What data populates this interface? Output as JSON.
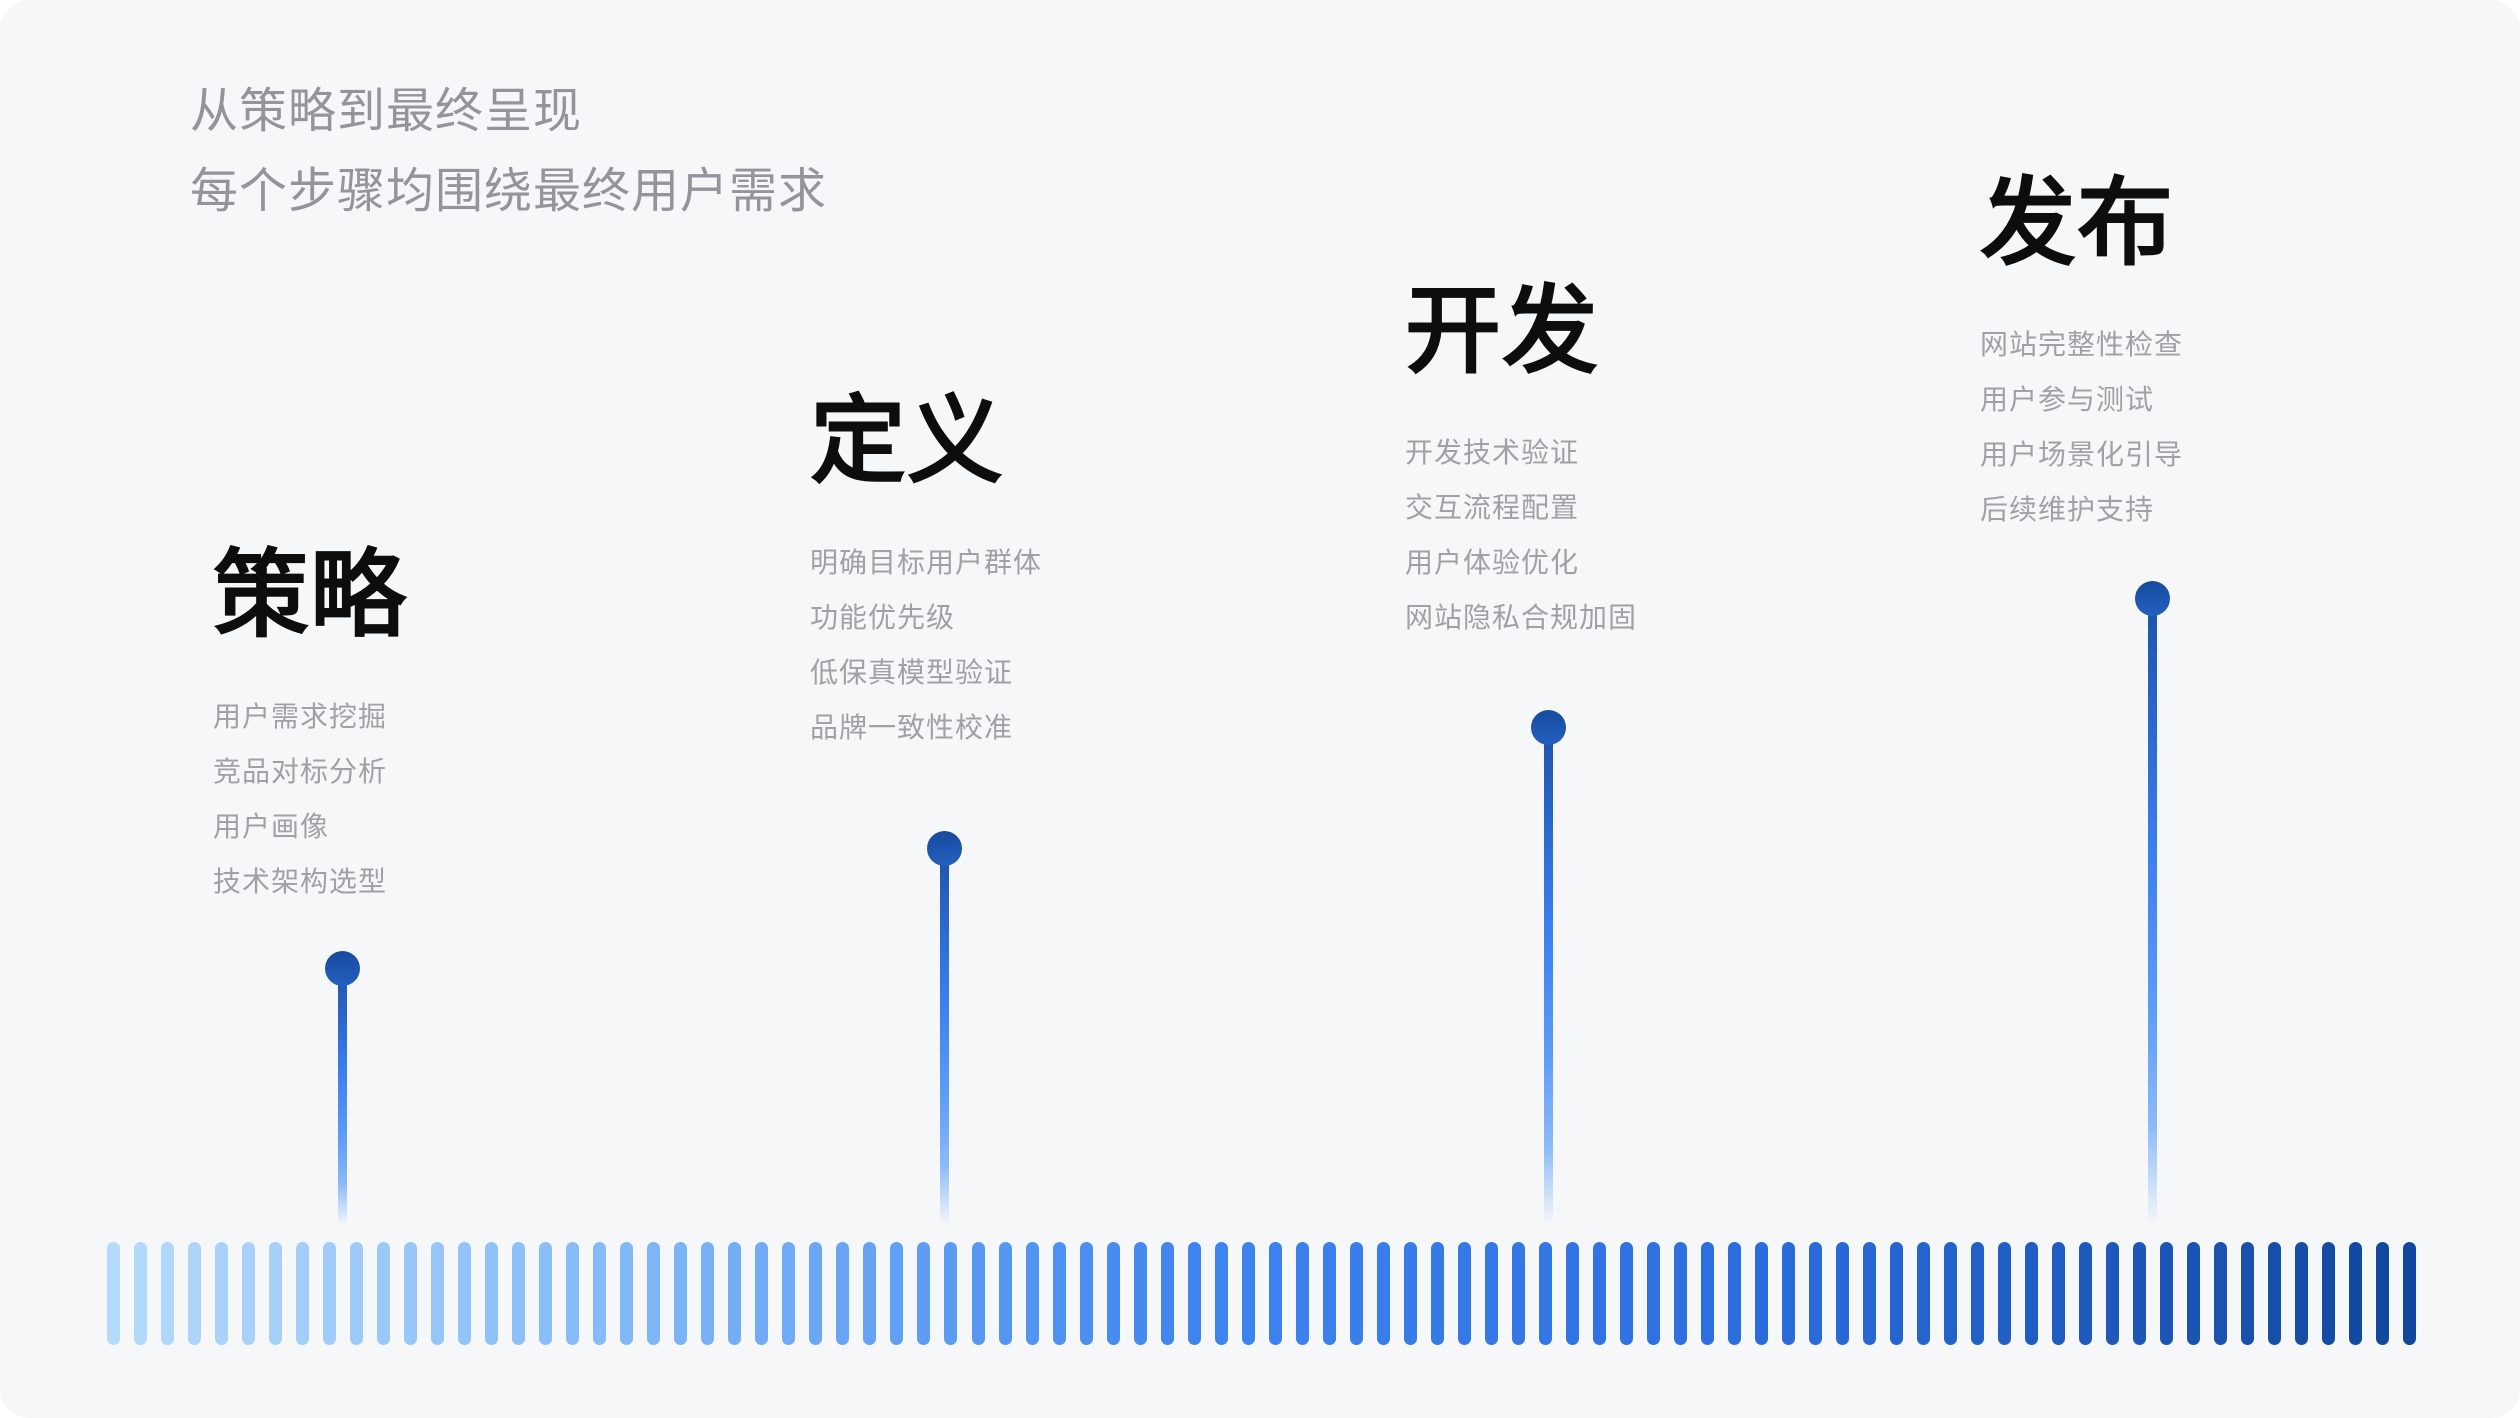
{
  "page": {
    "background_color": "#f6f7f8",
    "corner_color": "#ffffff"
  },
  "header": {
    "line1": "从策略到最终呈现",
    "line2": "每个步骤均围绕最终用户需求",
    "text_color": "#92959b"
  },
  "stages": [
    {
      "key": "strategy",
      "title": "策略",
      "items": [
        "用户需求挖掘",
        "竞品对标分析",
        "用户画像",
        "技术架构选型"
      ]
    },
    {
      "key": "define",
      "title": "定义",
      "items": [
        "明确目标用户群体",
        "功能优先级",
        "低保真模型验证",
        "品牌一致性校准"
      ]
    },
    {
      "key": "develop",
      "title": "开发",
      "items": [
        "开发技术验证",
        "交互流程配置",
        "用户体验优化",
        "网站隐私合规加固"
      ]
    },
    {
      "key": "launch",
      "title": "发布",
      "items": [
        "网站完整性检查",
        "用户参与测试",
        "用户场景化引导",
        "后续维护支持"
      ]
    }
  ],
  "colors": {
    "title_text": "#0d0d0d",
    "item_text": "#a0a1a4",
    "pin_dot": "#1c4fa6",
    "pin_line_top": "#1d52aa",
    "pin_line_mid": "#3a7eef",
    "pin_line_low": "#5e9cf6"
  },
  "timeline": {
    "bar_count": 86,
    "bar_gradient_stops": [
      {
        "t": 0.0,
        "color": "#b5dafb"
      },
      {
        "t": 0.21,
        "color": "#85bbf8"
      },
      {
        "t": 0.47,
        "color": "#3f85f0"
      },
      {
        "t": 0.73,
        "color": "#2a6bdb"
      },
      {
        "t": 1.0,
        "color": "#11479c"
      }
    ]
  }
}
